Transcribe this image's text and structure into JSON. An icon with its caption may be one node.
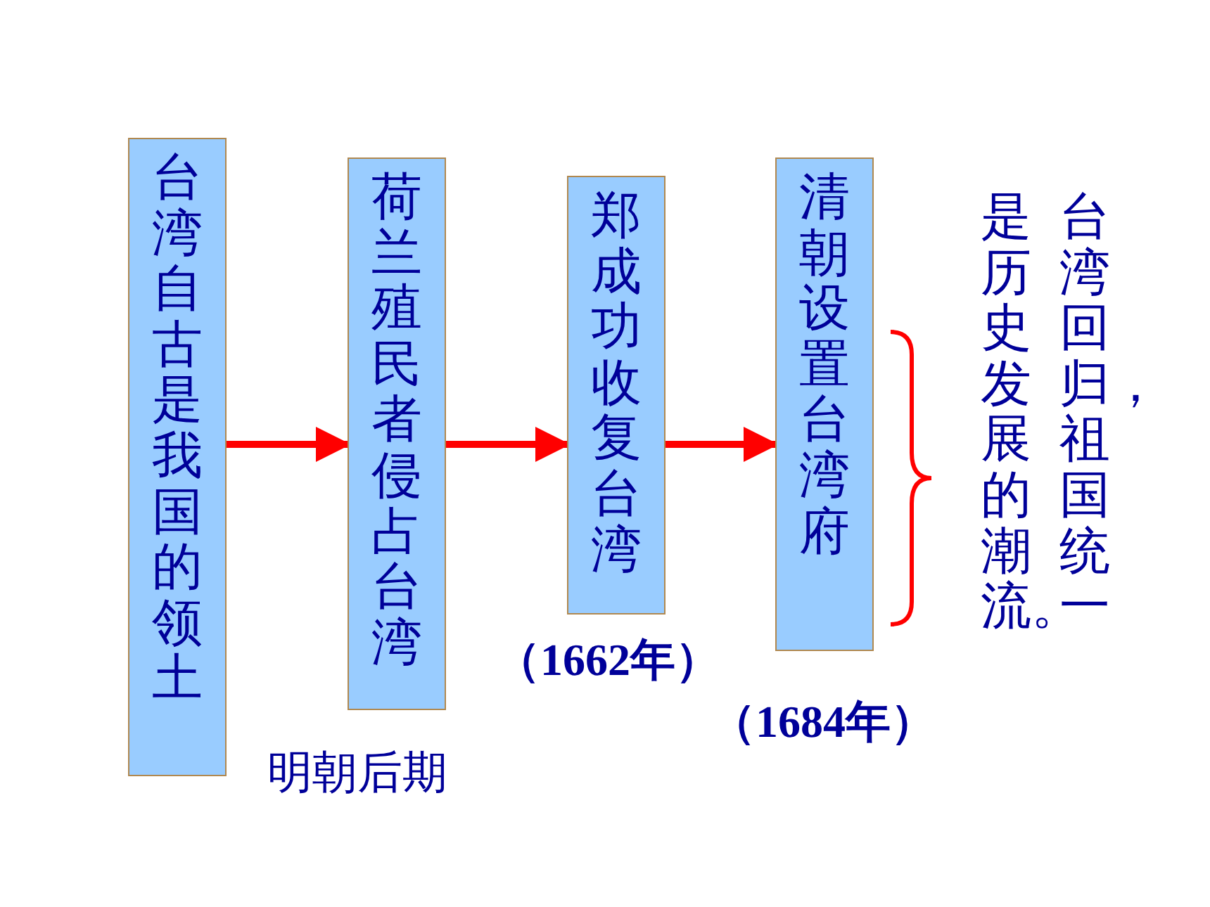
{
  "diagram": {
    "nodes": [
      {
        "text": [
          "台湾自古是我国的领土"
        ]
      },
      {
        "text": [
          "荷兰殖民者侵占台湾"
        ],
        "beside": [
          "明朝后期"
        ]
      },
      {
        "text": [
          "郑成功收复台湾"
        ],
        "beside": [
          "（1662年）"
        ]
      },
      {
        "text": [
          "清朝设置台湾府"
        ],
        "beside": [
          "（1684年）"
        ]
      }
    ],
    "edges": [
      {
        "from": 0,
        "to": 1,
        "arrow": "to"
      },
      {
        "from": 1,
        "to": 2,
        "arrow": "to"
      },
      {
        "from": 2,
        "to": 3,
        "arrow": "to"
      }
    ],
    "labels": [
      "台湾回归，祖国统一是历史发展的潮流。"
    ]
  }
}
